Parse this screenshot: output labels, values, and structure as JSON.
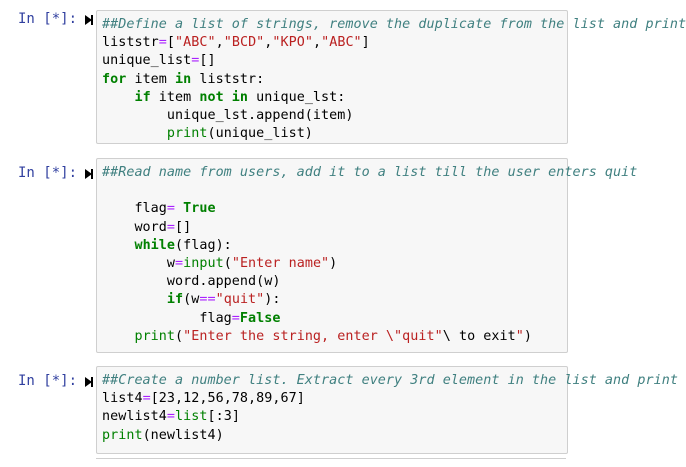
{
  "cells": [
    {
      "prompt": "In [*]:",
      "lines": [
        [
          {
            "t": "c",
            "v": "##Define a list of strings, remove the duplicate from the list and print"
          }
        ],
        [
          {
            "t": "p",
            "v": "liststr"
          },
          {
            "t": "o",
            "v": "="
          },
          {
            "t": "p",
            "v": "["
          },
          {
            "t": "s",
            "v": "\"ABC\""
          },
          {
            "t": "p",
            "v": ","
          },
          {
            "t": "s",
            "v": "\"BCD\""
          },
          {
            "t": "p",
            "v": ","
          },
          {
            "t": "s",
            "v": "\"KPO\""
          },
          {
            "t": "p",
            "v": ","
          },
          {
            "t": "s",
            "v": "\"ABC\""
          },
          {
            "t": "p",
            "v": "]"
          }
        ],
        [
          {
            "t": "p",
            "v": "unique_list"
          },
          {
            "t": "o",
            "v": "="
          },
          {
            "t": "p",
            "v": "[]"
          }
        ],
        [
          {
            "t": "k",
            "v": "for"
          },
          {
            "t": "p",
            "v": " item "
          },
          {
            "t": "k",
            "v": "in"
          },
          {
            "t": "p",
            "v": " liststr:"
          }
        ],
        [
          {
            "t": "p",
            "v": "    "
          },
          {
            "t": "k",
            "v": "if"
          },
          {
            "t": "p",
            "v": " item "
          },
          {
            "t": "k",
            "v": "not in"
          },
          {
            "t": "p",
            "v": " unique_lst:"
          }
        ],
        [
          {
            "t": "p",
            "v": "        unique_lst.append(item)"
          }
        ],
        [
          {
            "t": "p",
            "v": "        "
          },
          {
            "t": "b",
            "v": "print"
          },
          {
            "t": "p",
            "v": "(unique_list)"
          }
        ]
      ]
    },
    {
      "prompt": "In [*]:",
      "lines": [
        [
          {
            "t": "c",
            "v": "##Read name from users, add it to a list till the user enters quit"
          }
        ],
        [
          {
            "t": "p",
            "v": ""
          }
        ],
        [
          {
            "t": "p",
            "v": "    flag"
          },
          {
            "t": "o",
            "v": "="
          },
          {
            "t": "p",
            "v": " "
          },
          {
            "t": "kc",
            "v": "True"
          }
        ],
        [
          {
            "t": "p",
            "v": "    word"
          },
          {
            "t": "o",
            "v": "="
          },
          {
            "t": "p",
            "v": "[]"
          }
        ],
        [
          {
            "t": "p",
            "v": "    "
          },
          {
            "t": "k",
            "v": "while"
          },
          {
            "t": "p",
            "v": "(flag):"
          }
        ],
        [
          {
            "t": "p",
            "v": "        w"
          },
          {
            "t": "o",
            "v": "="
          },
          {
            "t": "b",
            "v": "input"
          },
          {
            "t": "p",
            "v": "("
          },
          {
            "t": "s",
            "v": "\"Enter name\""
          },
          {
            "t": "p",
            "v": ")"
          }
        ],
        [
          {
            "t": "p",
            "v": "        word.append(w)"
          }
        ],
        [
          {
            "t": "p",
            "v": "        "
          },
          {
            "t": "k",
            "v": "if"
          },
          {
            "t": "p",
            "v": "(w"
          },
          {
            "t": "o",
            "v": "=="
          },
          {
            "t": "s",
            "v": "\"quit\""
          },
          {
            "t": "p",
            "v": "):"
          }
        ],
        [
          {
            "t": "p",
            "v": "            flag"
          },
          {
            "t": "o",
            "v": "="
          },
          {
            "t": "kc",
            "v": "False"
          }
        ],
        [
          {
            "t": "p",
            "v": "    "
          },
          {
            "t": "b",
            "v": "print"
          },
          {
            "t": "p",
            "v": "("
          },
          {
            "t": "s",
            "v": "\"Enter the string, enter \\\"quit\""
          },
          {
            "t": "p",
            "v": "\\ to exit"
          },
          {
            "t": "s",
            "v": "\""
          },
          {
            "t": "p",
            "v": ")"
          }
        ]
      ]
    },
    {
      "prompt": "In [*]:",
      "lines": [
        [
          {
            "t": "c",
            "v": "##Create a number list. Extract every 3rd element in the list and print"
          }
        ],
        [
          {
            "t": "p",
            "v": "list4"
          },
          {
            "t": "o",
            "v": "="
          },
          {
            "t": "p",
            "v": "[23,12,56,78,89,67]"
          }
        ],
        [
          {
            "t": "p",
            "v": "newlist4"
          },
          {
            "t": "o",
            "v": "="
          },
          {
            "t": "b",
            "v": "list"
          },
          {
            "t": "p",
            "v": "[:3]"
          }
        ],
        [
          {
            "t": "b",
            "v": "print"
          },
          {
            "t": "p",
            "v": "(newlist4)"
          }
        ]
      ]
    }
  ]
}
